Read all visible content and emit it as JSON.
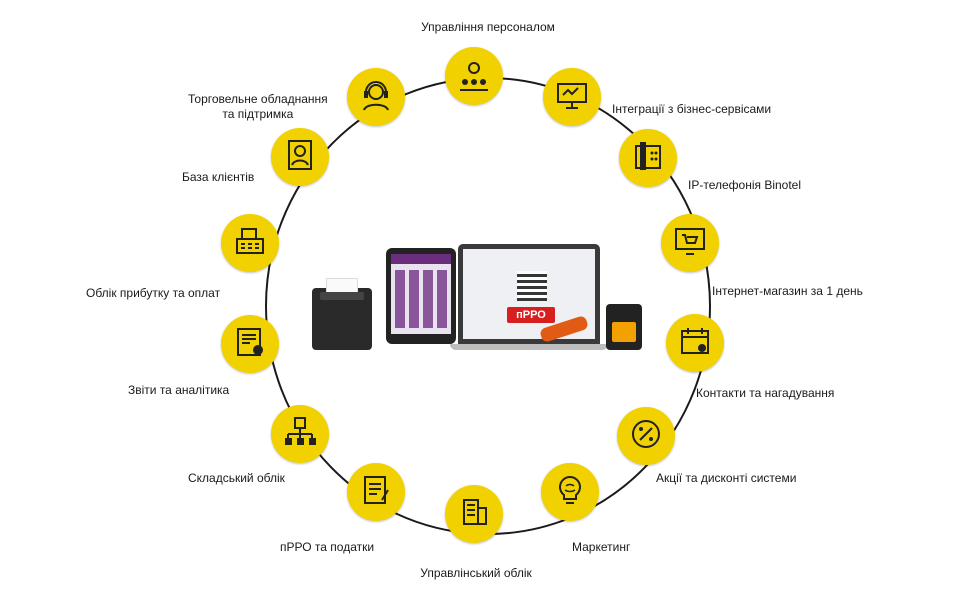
{
  "center": {
    "prro_badge": "пРРО"
  },
  "nodes": [
    {
      "id": "staff",
      "label": "Управління персоналом",
      "icon": "team-gear-icon"
    },
    {
      "id": "integrations",
      "label": "Інтеграції з бізнес-сервісами",
      "icon": "monitor-integration-icon"
    },
    {
      "id": "telephony",
      "label": "IP-телефонія Binotel",
      "icon": "desk-phone-icon"
    },
    {
      "id": "eshop",
      "label": "Інтернет-магазин за 1 день",
      "icon": "online-store-icon"
    },
    {
      "id": "contacts",
      "label": "Контакти та нагадування",
      "icon": "calendar-reminder-icon"
    },
    {
      "id": "promos",
      "label": "Акції та дисконті системи",
      "icon": "percent-badge-icon"
    },
    {
      "id": "marketing",
      "label": "Маркетинг",
      "icon": "lightbulb-brain-icon"
    },
    {
      "id": "management",
      "label": "Управлінський облік",
      "icon": "reports-building-icon"
    },
    {
      "id": "prro",
      "label": "пРРО та податки",
      "icon": "tax-document-icon"
    },
    {
      "id": "warehouse",
      "label": "Складський облік",
      "icon": "warehouse-boxes-icon"
    },
    {
      "id": "analytics",
      "label": "Звіти та аналітика",
      "icon": "report-chart-icon"
    },
    {
      "id": "payments",
      "label": "Облік прибутку та оплат",
      "icon": "cash-register-icon"
    },
    {
      "id": "clients",
      "label": "База клієнтів",
      "icon": "client-card-icon"
    },
    {
      "id": "equipment",
      "label": "Торговельне обладнання\nта підтримка",
      "icon": "support-headset-icon"
    }
  ],
  "colors": {
    "node_fill": "#f2d100",
    "ring_stroke": "#1a1a1a",
    "badge": "#d81f1f"
  }
}
